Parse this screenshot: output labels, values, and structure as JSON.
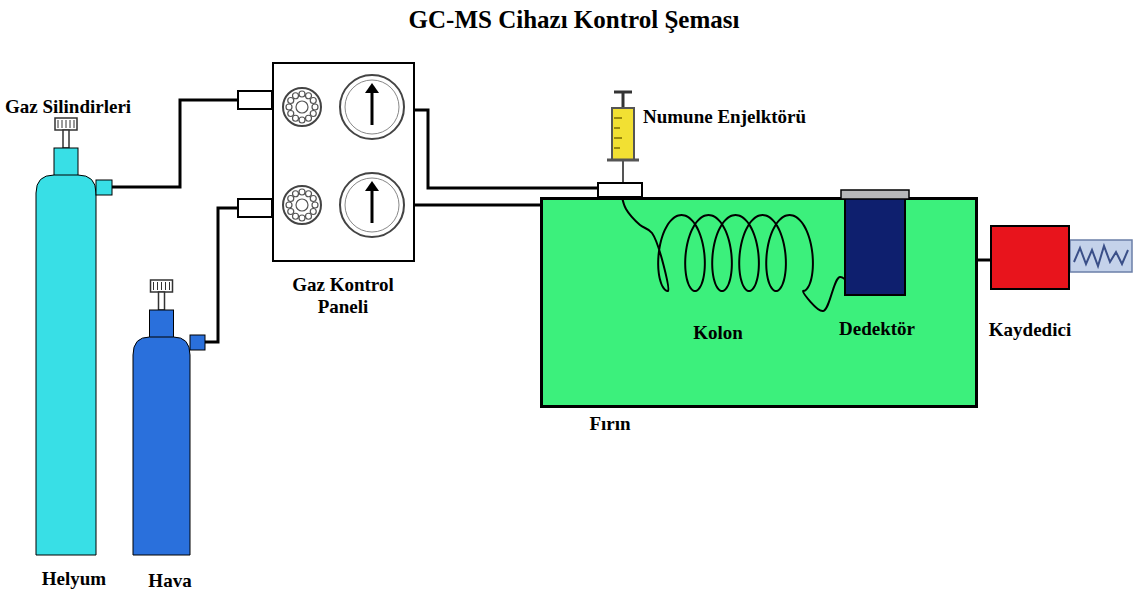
{
  "diagram": {
    "title": "GC-MS Cihazı Kontrol Şeması",
    "nodes": [
      {
        "text": [
          "Helyum"
        ]
      },
      {
        "text": [
          "Hava"
        ]
      },
      {
        "text": [
          "Gaz Kontrol Paneli"
        ]
      },
      {
        "text": [
          "Fırın"
        ]
      },
      {
        "text": [
          "Dedektör"
        ],
        "in": 3
      },
      {
        "text": [
          "Kaydedici"
        ]
      }
    ],
    "edges": [
      {
        "from": 0,
        "to": 2,
        "arrow": "none"
      },
      {
        "from": 1,
        "to": 2,
        "arrow": "none"
      },
      {
        "from": 2,
        "to": 3,
        "arrow": "none"
      },
      {
        "from": 2,
        "to": 3,
        "arrow": "none"
      },
      {
        "from": 3,
        "to": 5,
        "arrow": "none"
      }
    ],
    "labels": [
      "Gaz Silindirleri",
      "Numune Enjelktörü",
      "Kolon"
    ]
  }
}
